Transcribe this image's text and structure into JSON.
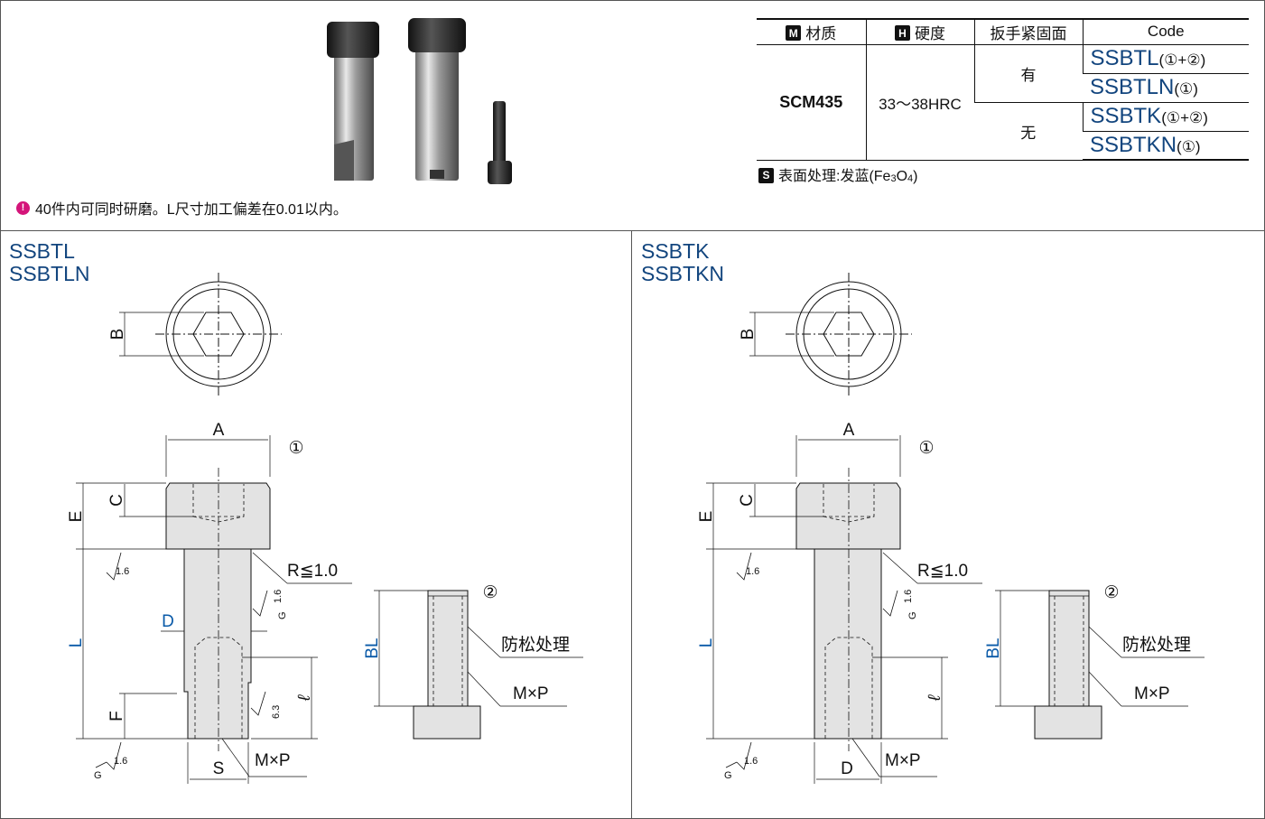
{
  "note": {
    "text": "40件内可同时研磨。L尺寸加工偏差在0.01以内。"
  },
  "table": {
    "headers": [
      {
        "badge": "M",
        "label": "材质"
      },
      {
        "badge": "H",
        "label": "硬度"
      },
      {
        "badge": "",
        "label": "扳手紧固面"
      },
      {
        "badge": "",
        "label": "Code"
      }
    ],
    "material": "SCM435",
    "hardness": "33～38HRC",
    "wrench_yes": "有",
    "wrench_no": "无",
    "codes": [
      {
        "code": "SSBTL",
        "suffix": "(①+②)"
      },
      {
        "code": "SSBTLN",
        "suffix": "(①)"
      },
      {
        "code": "SSBTK",
        "suffix": "(①+②)"
      },
      {
        "code": "SSBTKN",
        "suffix": "(①)"
      }
    ]
  },
  "surface": {
    "badge": "S",
    "label": "表面处理:发蓝(Fe",
    "sub1": "3",
    "mid": "O",
    "sub2": "4",
    "end": ")"
  },
  "left_panel": {
    "title1": "SSBTL",
    "title2": "SSBTLN"
  },
  "right_panel": {
    "title1": "SSBTK",
    "title2": "SSBTKN"
  },
  "dims": {
    "A": "A",
    "B": "B",
    "C": "C",
    "E": "E",
    "L": "L",
    "D": "D",
    "F": "F",
    "S": "S",
    "BL": "BL",
    "ell": "ℓ",
    "MxP": "M×P",
    "R": "R≦1.0",
    "anti_loose": "防松处理",
    "part1": "①",
    "part2": "②",
    "rough16": "1.6",
    "rough63": "6.3",
    "G": "G"
  },
  "colors": {
    "accent_blue": "#12457e",
    "dim_blue": "#0a5aa8",
    "part_fill": "#e3e3e3"
  }
}
